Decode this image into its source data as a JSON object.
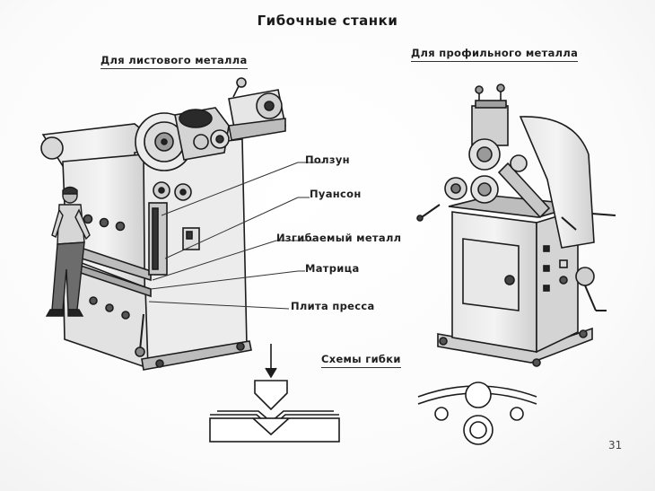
{
  "title": "Гибочные станки",
  "sections": {
    "sheet": "Для листового металла",
    "profile": "Для профильного металла",
    "schemes": "Схемы гибки"
  },
  "callouts": [
    "Ползун",
    "Пуансон",
    "Изгибаемый металл",
    "Матрица",
    "Плита пресса"
  ],
  "page_number": "31"
}
